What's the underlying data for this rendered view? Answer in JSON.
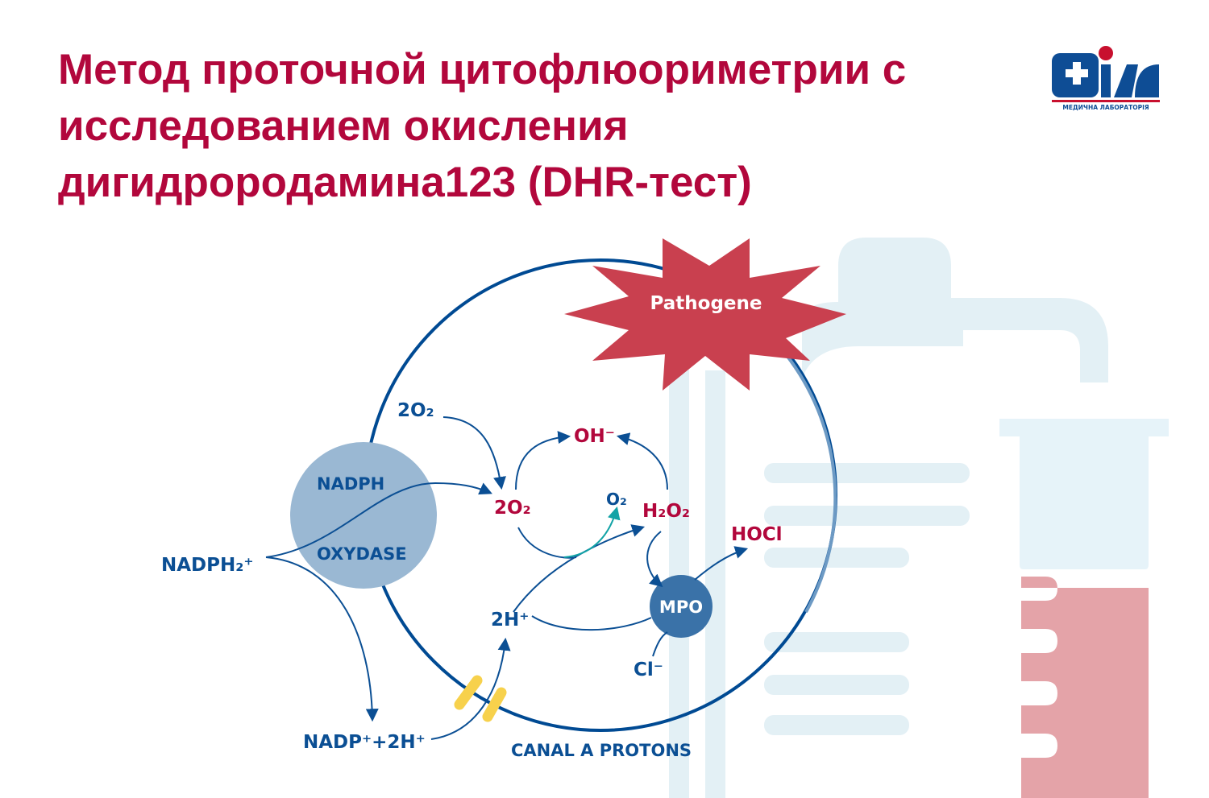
{
  "title": "Метод проточной цитофлюориметрии с исследованием окисления дигидрородамина123 (DHR-тест)",
  "logo": {
    "brand": "Діла",
    "subtitle": "МЕДИЧНА ЛАБОРАТОРІЯ"
  },
  "labels": {
    "pathogene": "Pathogene",
    "nadph": "NADPH",
    "oxydase": "OXYDASE",
    "nadph2": "NADPH₂⁺",
    "o2_in": "2O₂",
    "o2_mid": "2O₂",
    "oh": "OH⁻",
    "o2": "O₂",
    "h2o2": "H₂O₂",
    "hocl": "HOCl",
    "mpo": "MPO",
    "h2": "2H⁺",
    "cl": "Cl⁻",
    "nadp": "NADP⁺+2H⁺",
    "canal": "CANAL A PROTONS"
  },
  "colors": {
    "title": "#b2073c",
    "blue": "#0b4f94",
    "red": "#b2073c",
    "star": "#c9404f",
    "nadph_circle": "#9ab8d3",
    "mpo": "#3a72a8",
    "teal": "#12a3a6",
    "yellow": "#f7d14c"
  }
}
